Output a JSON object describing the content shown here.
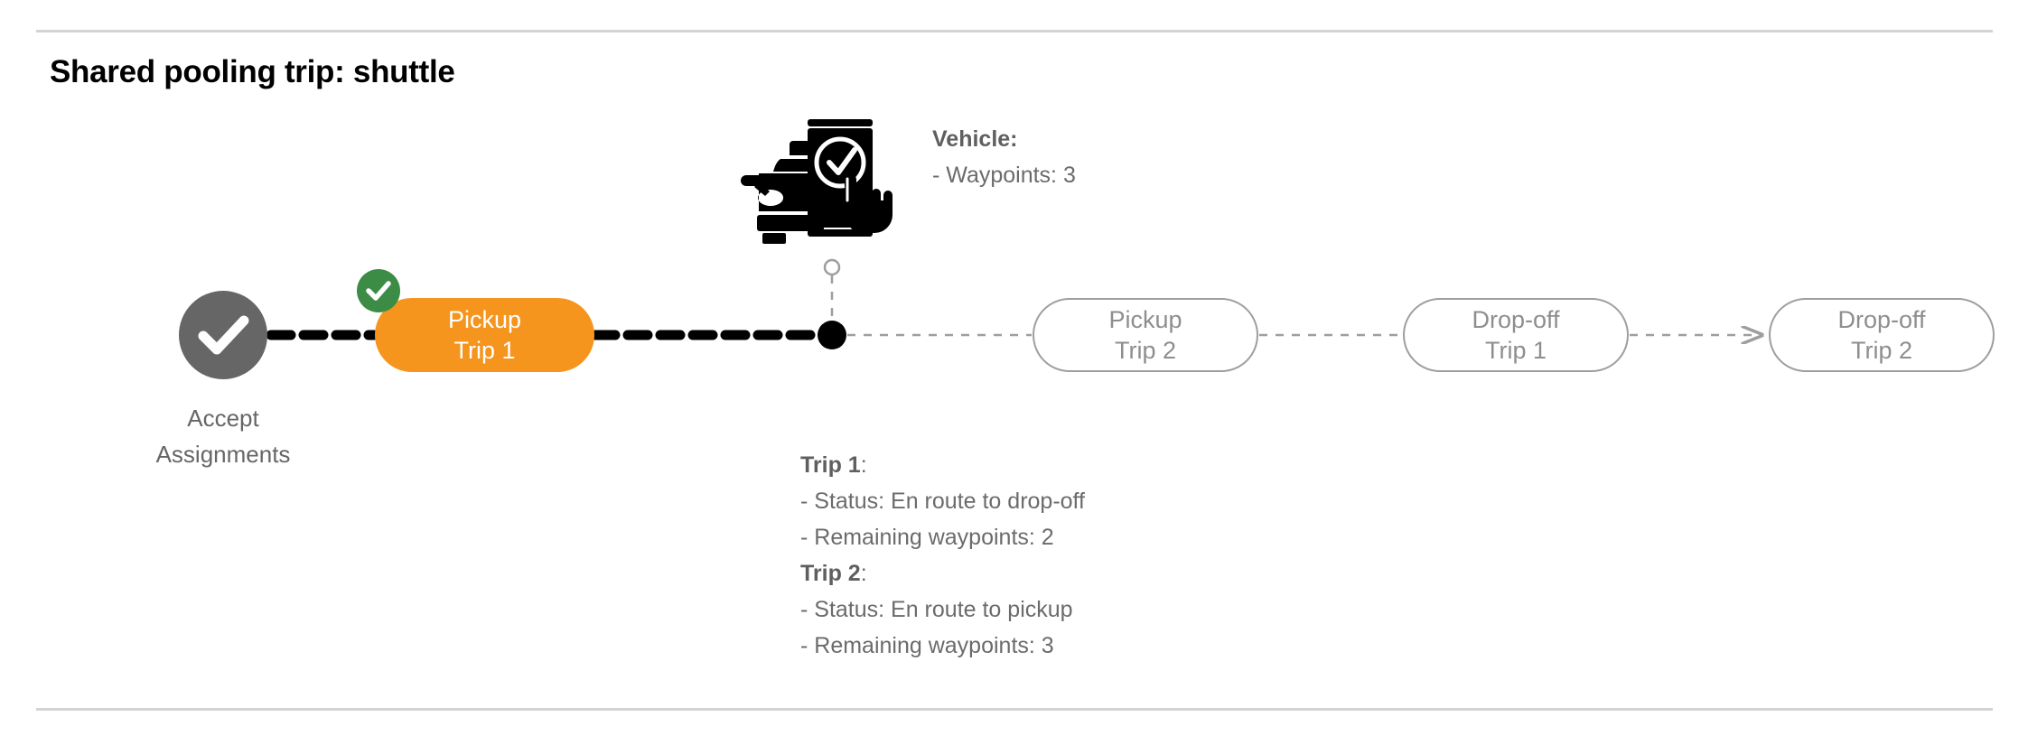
{
  "page": {
    "title": "Shared pooling trip: shuttle"
  },
  "colors": {
    "active_node": "#f5951e",
    "completed_node": "#666666",
    "completed_badge": "#3c8c46",
    "pending_outline": "#9e9e9e",
    "pending_text": "#8e8e8e",
    "callout_text": "#6b6b6b",
    "divider": "#d3d3d3",
    "traveled_path": "#000000",
    "upcoming_path": "#9e9e9e"
  },
  "flow": {
    "start_node": {
      "name": "accept-assignments",
      "icon": "check-circle-icon",
      "label_line1": "Accept",
      "label_line2": "Assignments",
      "state": "completed"
    },
    "nodes": [
      {
        "name": "pickup-trip-1",
        "line1": "Pickup",
        "line2": "Trip 1",
        "state": "completed-active",
        "badge": "check-badge-icon"
      },
      {
        "name": "pickup-trip-2",
        "line1": "Pickup",
        "line2": "Trip 2",
        "state": "pending"
      },
      {
        "name": "dropoff-trip-1",
        "line1": "Drop-off",
        "line2": "Trip 1",
        "state": "pending"
      },
      {
        "name": "dropoff-trip-2",
        "line1": "Drop-off",
        "line2": "Trip 2",
        "state": "pending"
      }
    ],
    "current_position_marker": "vehicle-position-dot"
  },
  "vehicle_callout": {
    "heading": "Vehicle",
    "heading_suffix": ":",
    "waypoints_label": "- Waypoints: 3",
    "icon": "vehicle-app-check-icon"
  },
  "trips_callout": {
    "trip1": {
      "heading": "Trip 1",
      "heading_suffix": ":",
      "status": "- Status:  En route to drop-off",
      "remaining": "- Remaining waypoints: 2"
    },
    "trip2": {
      "heading": "Trip 2",
      "heading_suffix": ":",
      "status": "- Status:  En route to pickup",
      "remaining": "- Remaining waypoints: 3"
    }
  }
}
